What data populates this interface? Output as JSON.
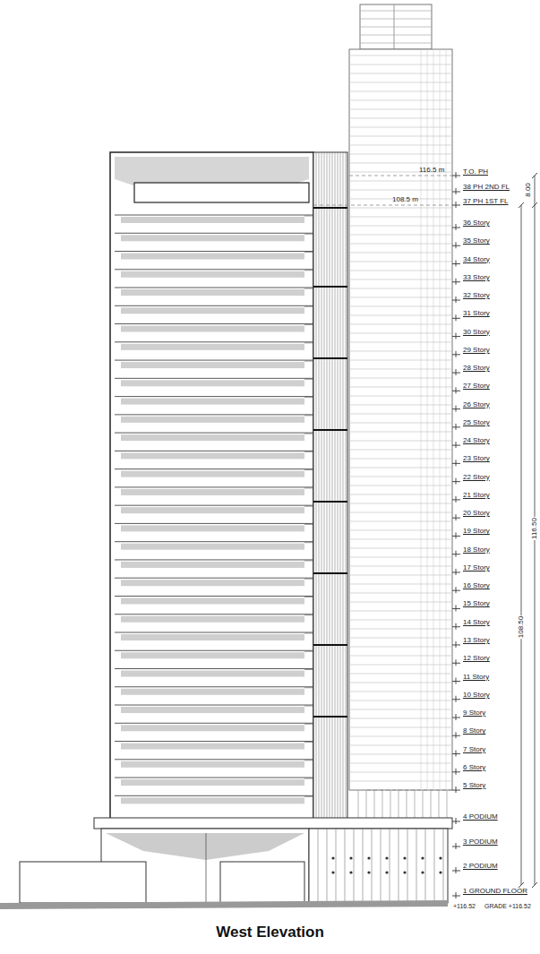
{
  "diagram": {
    "caption": "West Elevation",
    "labels": [
      "116.5 m",
      "T.O. PH",
      "38 PH 2ND FL",
      "108.5 m",
      "37 PH 1ST FL",
      "36 Story",
      "35 Story",
      "34 Story",
      "33 Story",
      "32 Story",
      "31 Story",
      "30 Story",
      "29 Story",
      "28 Story",
      "27 Story",
      "26 Story",
      "25 Story",
      "24 Story",
      "23 Story",
      "22 Story",
      "21 Story",
      "20 Story",
      "19 Story",
      "18 Story",
      "17 Story",
      "16 Story",
      "15 Story",
      "14 Story",
      "13 Story",
      "12 Story",
      "11 Story",
      "10 Story",
      "9 Story",
      "8 Story",
      "7 Story",
      "6 Story",
      "5 Story",
      "4 PODIUM",
      "3 PODIUM",
      "2 PODIUM",
      "1 GROUND FLOOR",
      "+116.52",
      "GRADE +116.52",
      "8.00",
      "116.50",
      "108.50"
    ]
  }
}
